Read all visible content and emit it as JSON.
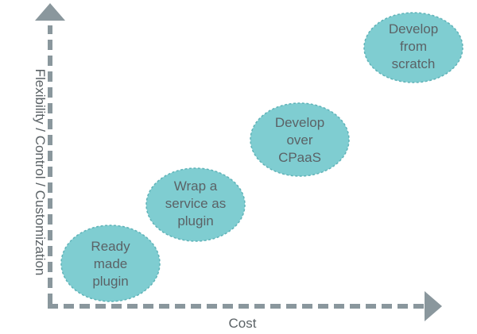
{
  "axes": {
    "x_label": "Cost",
    "y_label": "Flexibility / Control / Customization"
  },
  "bubbles": [
    {
      "id": "ready-made-plugin",
      "lines": [
        "Ready",
        "made",
        "plugin"
      ]
    },
    {
      "id": "wrap-service-as-plugin",
      "lines": [
        "Wrap a",
        "service as",
        "plugin"
      ]
    },
    {
      "id": "develop-over-cpaas",
      "lines": [
        "Develop",
        "over",
        "CPaaS"
      ]
    },
    {
      "id": "develop-from-scratch",
      "lines": [
        "Develop",
        "from",
        "scratch"
      ]
    }
  ],
  "colors": {
    "bubble_fill": "#7fcdd1",
    "bubble_border": "#5fb3b8",
    "axis": "#8a979d",
    "text": "#5b6266"
  }
}
